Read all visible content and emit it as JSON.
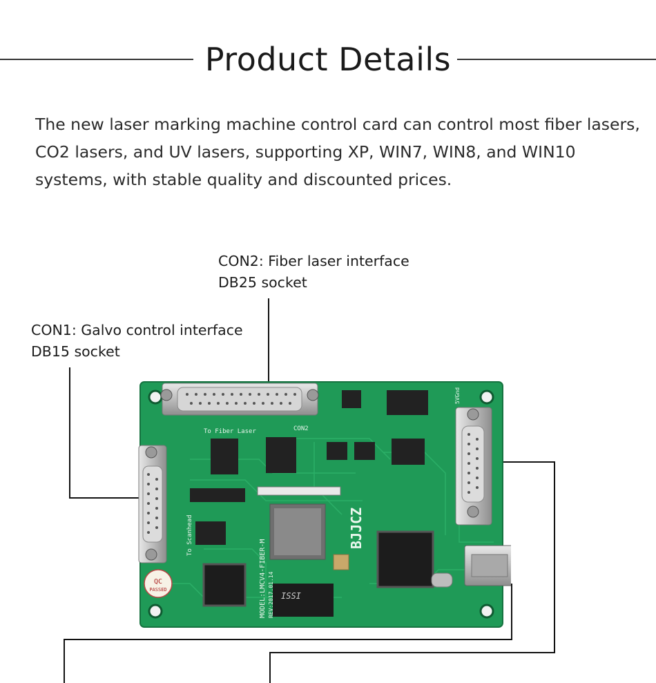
{
  "header": {
    "title": "Product Details"
  },
  "description": "The new laser marking machine control card can control most fiber lasers, CO2 lasers, and UV lasers, supporting XP, WIN7, WIN8, and WIN10 systems, with stable quality and discounted prices.",
  "callouts": [
    {
      "id": "con2",
      "line1": "CON2: Fiber laser interface",
      "line2": "DB25 socket"
    },
    {
      "id": "con1",
      "line1": "CON1: Galvo control interface",
      "line2": "DB15 socket"
    }
  ],
  "board": {
    "silk_to_fiber_laser": "To Fiber Laser",
    "silk_con2": "CON2",
    "silk_brand": "BJJCZ",
    "silk_model": "MODEL:LMCV4-FIBER-M",
    "silk_rev": "REV:2017.01.14",
    "silk_to_scanhead": "To Scanhead",
    "silk_issi": "ISSI",
    "silk_qc": "QC",
    "silk_passed": "PASSED",
    "silk_5vgnd": "5VGnd",
    "colors": {
      "pcb": "#1f9a57",
      "pcb_dark": "#15723f",
      "trace": "#2fb56c",
      "chip": "#222222",
      "metal": "#c9c9c9"
    }
  }
}
